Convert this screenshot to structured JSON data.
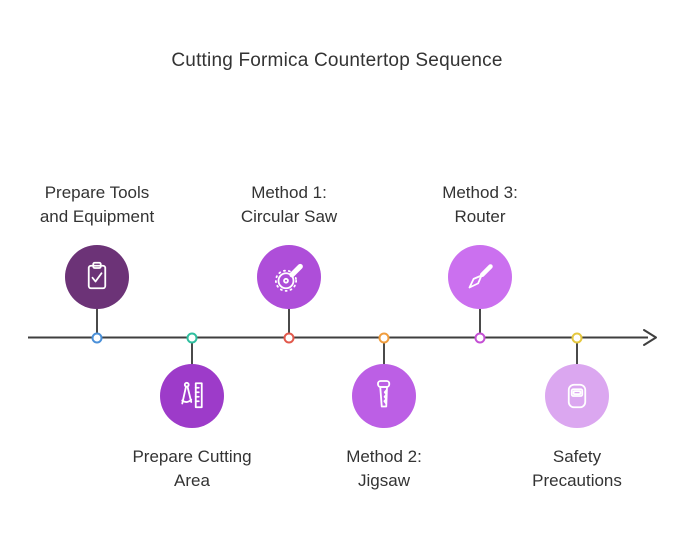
{
  "title": "Cutting Formica Countertop Sequence",
  "timeline": {
    "line_color": "#3f3f3f"
  },
  "steps": [
    {
      "line1": "Prepare Tools",
      "line2": "and Equipment",
      "icon": "clipboard-check-icon",
      "position": "top",
      "circle_color": "#6C3377",
      "dot_color": "#4A90D9"
    },
    {
      "line1": "Prepare Cutting",
      "line2": "Area",
      "icon": "drafting-compass-icon",
      "position": "bottom",
      "circle_color": "#9D3BC9",
      "dot_color": "#2FBF9F"
    },
    {
      "line1": "Method 1:",
      "line2": "Circular Saw",
      "icon": "circular-saw-icon",
      "position": "top",
      "circle_color": "#AE4ED9",
      "dot_color": "#E2594C"
    },
    {
      "line1": "Method 2:",
      "line2": "Jigsaw",
      "icon": "handsaw-icon",
      "position": "bottom",
      "circle_color": "#BC5FE5",
      "dot_color": "#F09D3E"
    },
    {
      "line1": "Method 3:",
      "line2": "Router",
      "icon": "utility-knife-icon",
      "position": "top",
      "circle_color": "#CB70EF",
      "dot_color": "#C44FD4"
    },
    {
      "line1": "Safety",
      "line2": "Precautions",
      "icon": "safety-mask-icon",
      "position": "bottom",
      "circle_color": "#DBA7F0",
      "dot_color": "#E6C83F"
    }
  ]
}
